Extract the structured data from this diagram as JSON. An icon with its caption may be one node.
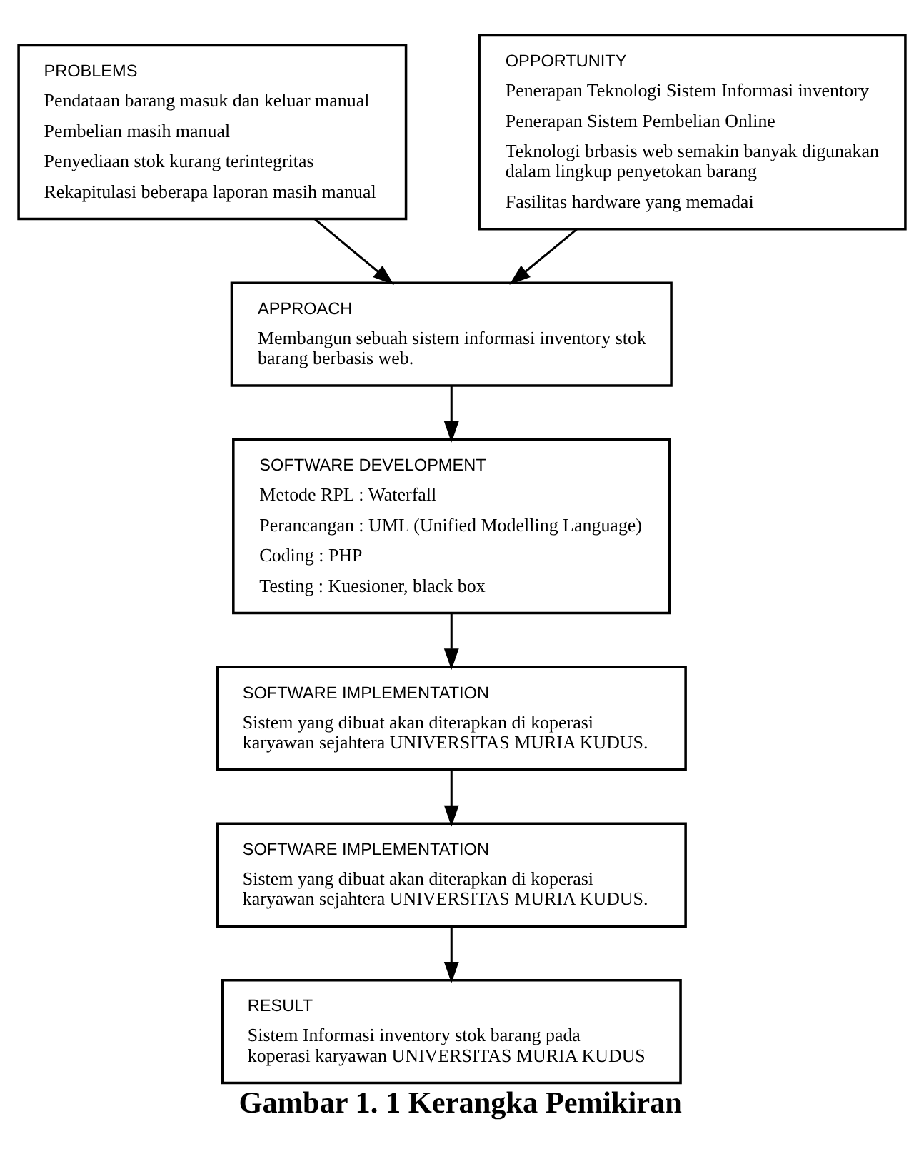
{
  "diagram": {
    "caption": "Gambar 1. 1 Kerangka Pemikiran",
    "nodes": [
      {
        "text": [
          "PROBLEMS",
          "Pendataan barang masuk dan keluar manual",
          "Pembelian masih manual",
          "Penyediaan stok kurang terintegritas",
          "Rekapitulasi beberapa laporan masih manual"
        ]
      },
      {
        "text": [
          "OPPORTUNITY",
          "Penerapan Teknologi Sistem Informasi inventory",
          "Penerapan Sistem Pembelian Online",
          "Teknologi brbasis web semakin banyak digunakan dalam lingkup penyetokan barang",
          "Fasilitas hardware yang memadai"
        ]
      },
      {
        "text": [
          "APPROACH",
          "Membangun sebuah sistem informasi inventory stok barang berbasis web."
        ]
      },
      {
        "text": [
          "SOFTWARE DEVELOPMENT",
          "Metode RPL : Waterfall",
          "Perancangan : UML (Unified Modelling Language)",
          "Coding : PHP",
          "Testing : Kuesioner, black box"
        ]
      },
      {
        "text": [
          "SOFTWARE IMPLEMENTATION",
          "Sistem yang dibuat akan diterapkan di koperasi karyawan sejahtera UNIVERSITAS MURIA KUDUS."
        ]
      },
      {
        "text": [
          "SOFTWARE IMPLEMENTATION",
          "Sistem yang dibuat akan diterapkan di koperasi karyawan sejahtera UNIVERSITAS MURIA KUDUS."
        ]
      },
      {
        "text": [
          "RESULT",
          "Sistem Informasi inventory stok barang pada koperasi karyawan UNIVERSITAS MURIA KUDUS"
        ]
      }
    ],
    "edges": [
      {
        "from": 0,
        "to": 2,
        "arrow": "to"
      },
      {
        "from": 1,
        "to": 2,
        "arrow": "to"
      },
      {
        "from": 2,
        "to": 3,
        "arrow": "to"
      },
      {
        "from": 3,
        "to": 4,
        "arrow": "to"
      },
      {
        "from": 4,
        "to": 5,
        "arrow": "to"
      },
      {
        "from": 5,
        "to": 6,
        "arrow": "to"
      }
    ]
  }
}
